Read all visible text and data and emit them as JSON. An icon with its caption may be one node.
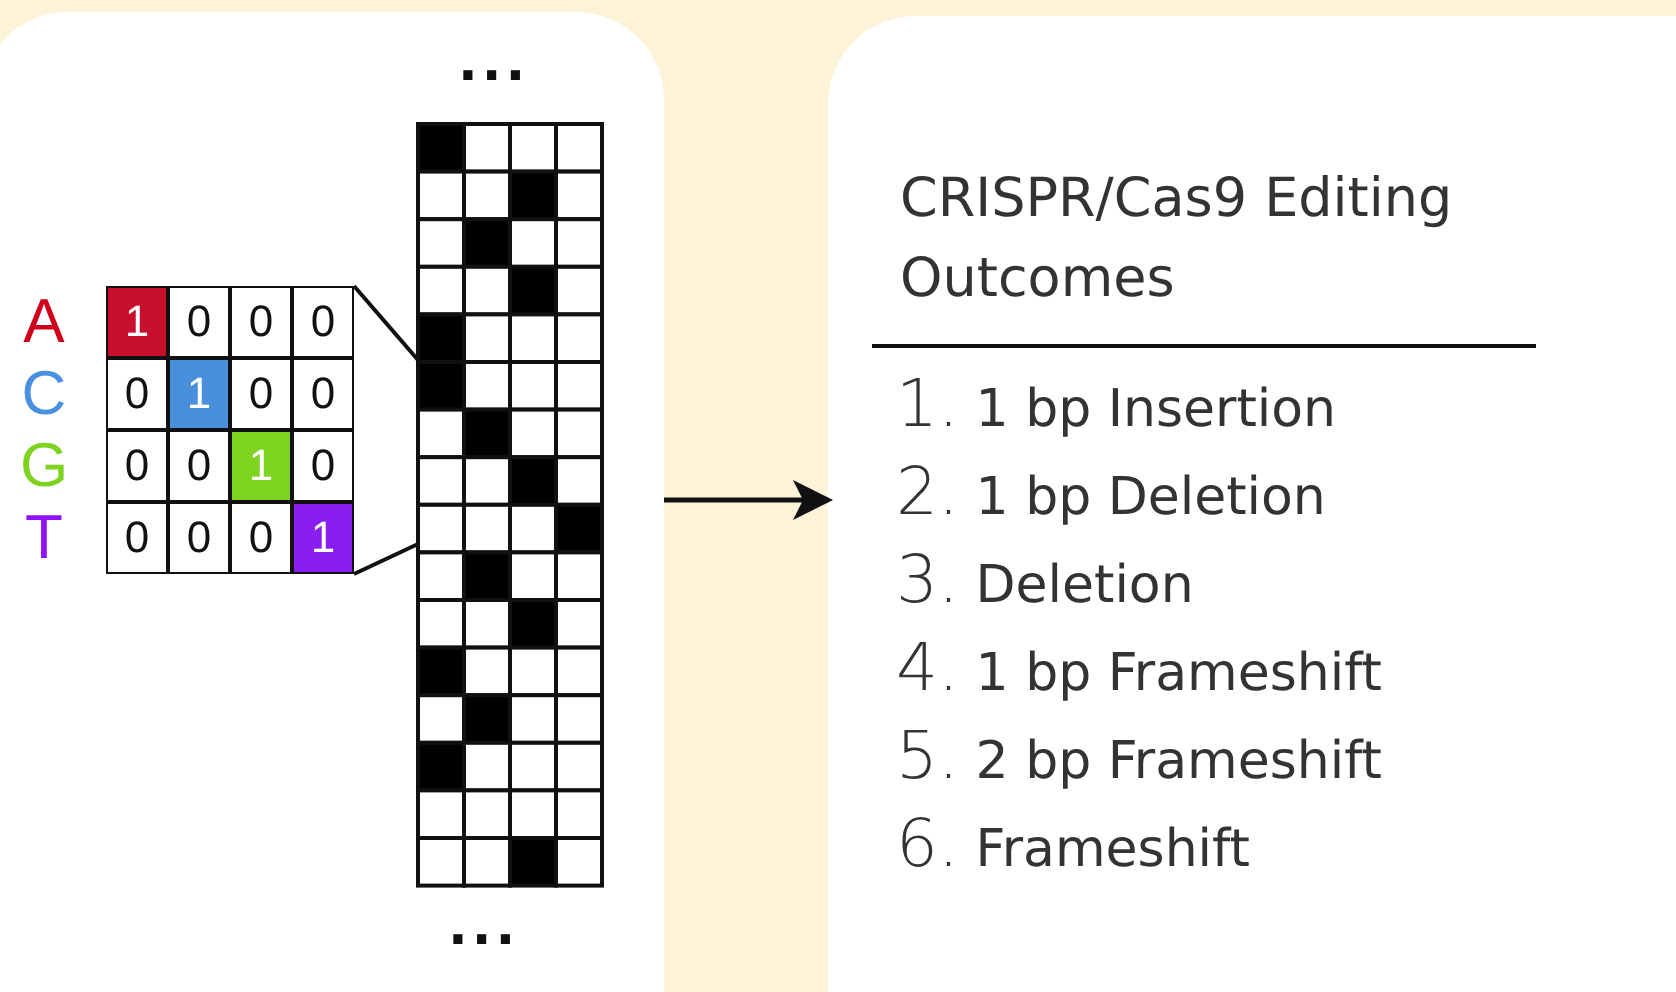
{
  "diagram": {
    "nodes": [
      {
        "text": [],
        "shape": "picture"
      },
      {
        "text": [
          "CRISPR/Cas9 Editing Outcomes",
          "1. 1 bp Insertion",
          "2. 1 bp Deletion",
          "3. Deletion",
          "4. 1 bp Frameshift",
          "5. 2 bp Frameshift",
          "6. Frameshift"
        ]
      }
    ],
    "edges": [
      {
        "from": 0,
        "to": 1,
        "arrow": "to"
      }
    ],
    "labels": [
      "...",
      "A",
      "1",
      "0",
      "0",
      "0",
      "C",
      "0",
      "1",
      "0",
      "0",
      "G",
      "0",
      "0",
      "1",
      "0",
      "T",
      "0",
      "0",
      "0",
      "1",
      "..."
    ]
  }
}
